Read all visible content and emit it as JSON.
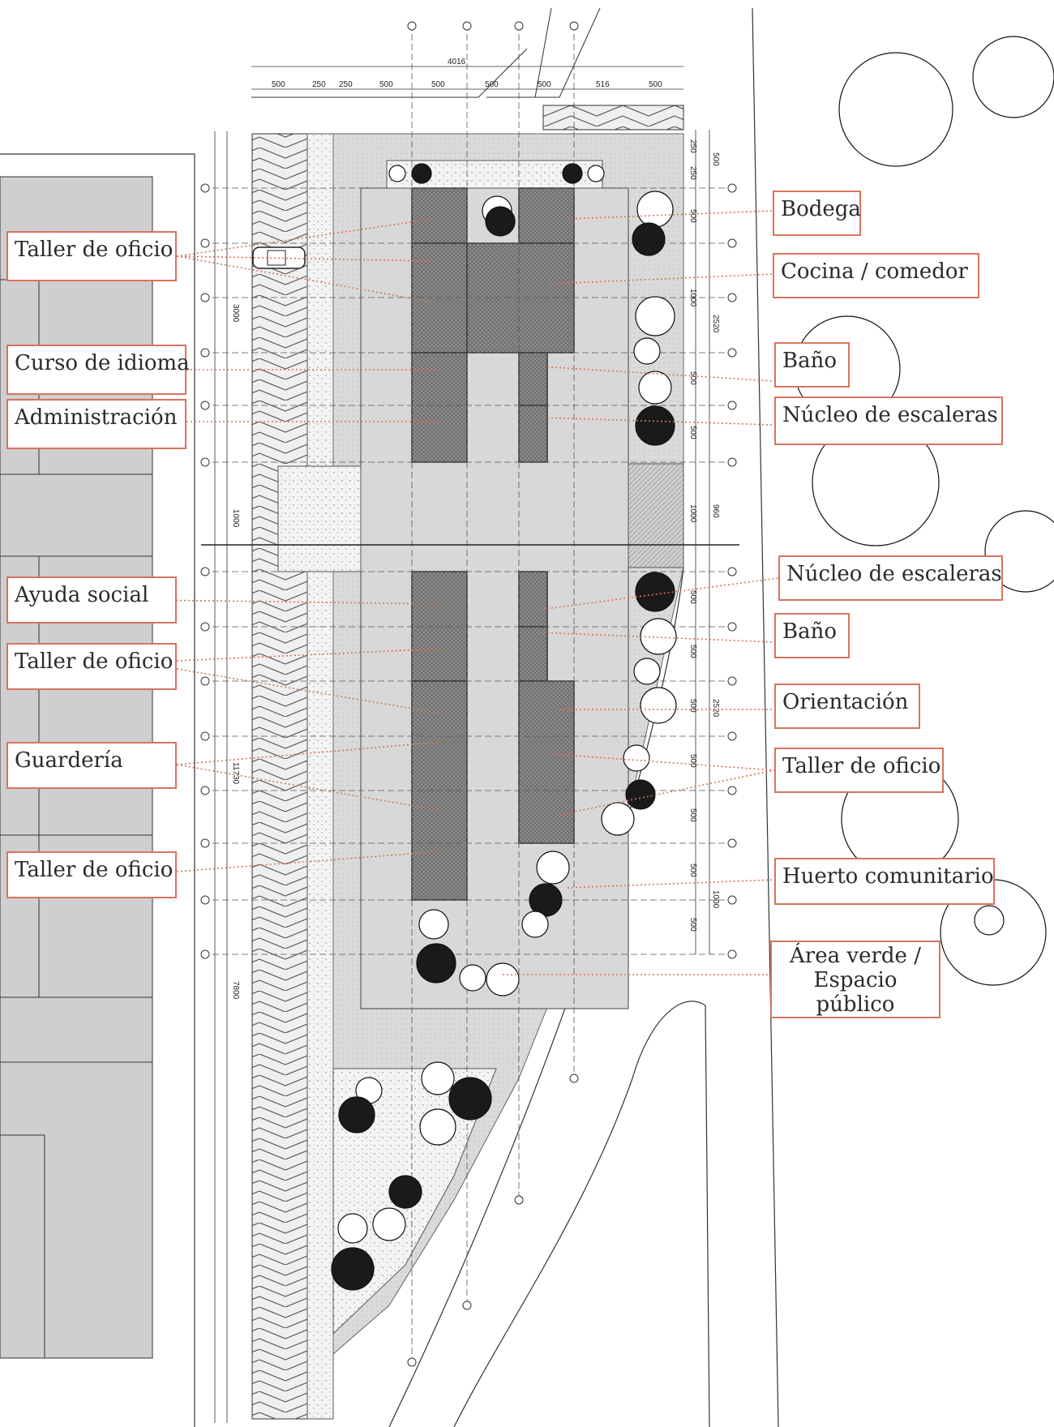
{
  "labels": {
    "bodega": "Bodega",
    "cocina": "Cocina / comedor",
    "bano_top": "Baño",
    "nucleo_top": "Núcleo de escaleras",
    "nucleo_bottom": "Núcleo de escaleras",
    "bano_bottom": "Baño",
    "orientacion": "Orientación",
    "taller_right": "Taller de oficio",
    "huerto": "Huerto comunitario",
    "area_verde": "Área verde / Espacio público",
    "taller_left_1": "Taller de oficio",
    "curso": "Curso de idioma",
    "administracion": "Administración",
    "ayuda": "Ayuda social",
    "taller_left_2": "Taller de oficio",
    "guarderia": "Guardería",
    "taller_left_3": "Taller de oficio"
  },
  "dimensions": {
    "total_top": "4016",
    "top_segments": [
      "500",
      "250",
      "250",
      "500",
      "500",
      "500",
      "500",
      "516",
      "500"
    ],
    "right_segments": [
      "250",
      "250",
      "500",
      "500",
      "1000",
      "2520",
      "500",
      "500",
      "960",
      "1000",
      "500",
      "500",
      "500",
      "2520",
      "500",
      "500",
      "500",
      "1000",
      "500"
    ],
    "left_segments": [
      "3000",
      "1000",
      "11730",
      "7800"
    ]
  },
  "colors": {
    "label_border": "#d9735e",
    "leader": "#d9735e",
    "room_dark": "#7a7a7a",
    "paving": "#d8d8d8",
    "block": "#cfcfcf"
  }
}
